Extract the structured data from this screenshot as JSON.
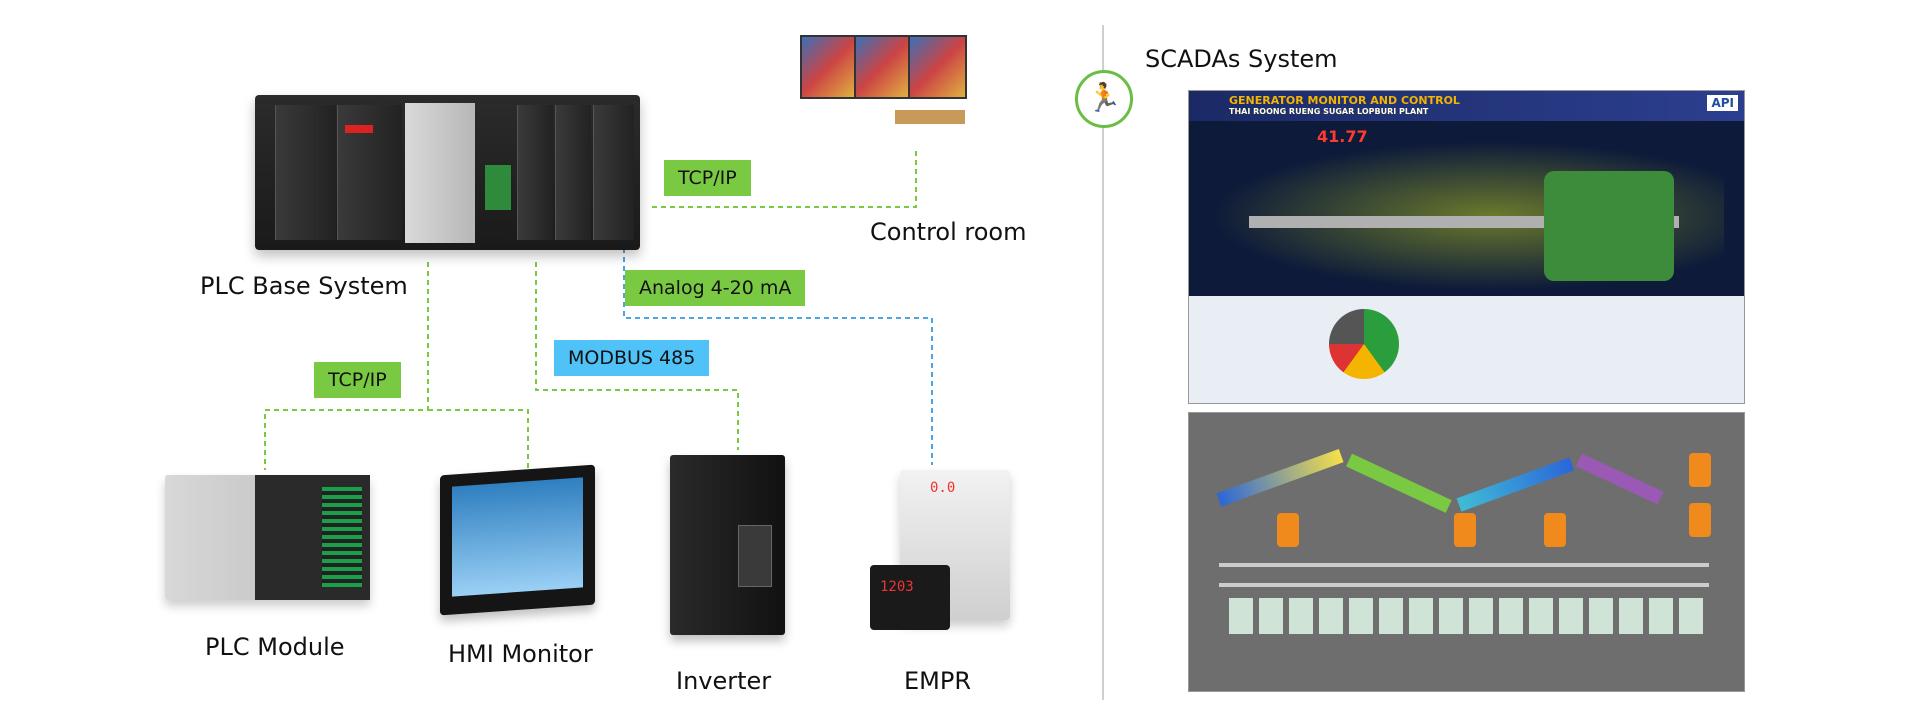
{
  "labels": {
    "plc_base": "PLC Base System",
    "control_room": "Control room",
    "plc_module": "PLC Module",
    "hmi_monitor": "HMI Monitor",
    "inverter": "Inverter",
    "empr": "EMPR",
    "scada_title": "SCADAs System"
  },
  "protocols": {
    "tcpip_top": "TCP/IP",
    "tcpip_left": "TCP/IP",
    "analog": "Analog 4-20 mA",
    "modbus": "MODBUS 485"
  },
  "colors": {
    "tcpip": "#7ac943",
    "analog": "#7ac943",
    "modbus": "#4fc3f7",
    "wire_green": "#7ac943",
    "wire_blue": "#4fa3e0",
    "accent": "#6cbd45"
  },
  "scada1": {
    "title": "GENERATOR MONITOR AND CONTROL",
    "subtitle": "THAI ROONG RUENG SUGAR LOPBURI PLANT",
    "brand": "API",
    "reading": "41.77"
  },
  "icons": {
    "scada": "running-person-icon"
  },
  "empr_display": {
    "top": "0.0",
    "panel": "1203"
  }
}
